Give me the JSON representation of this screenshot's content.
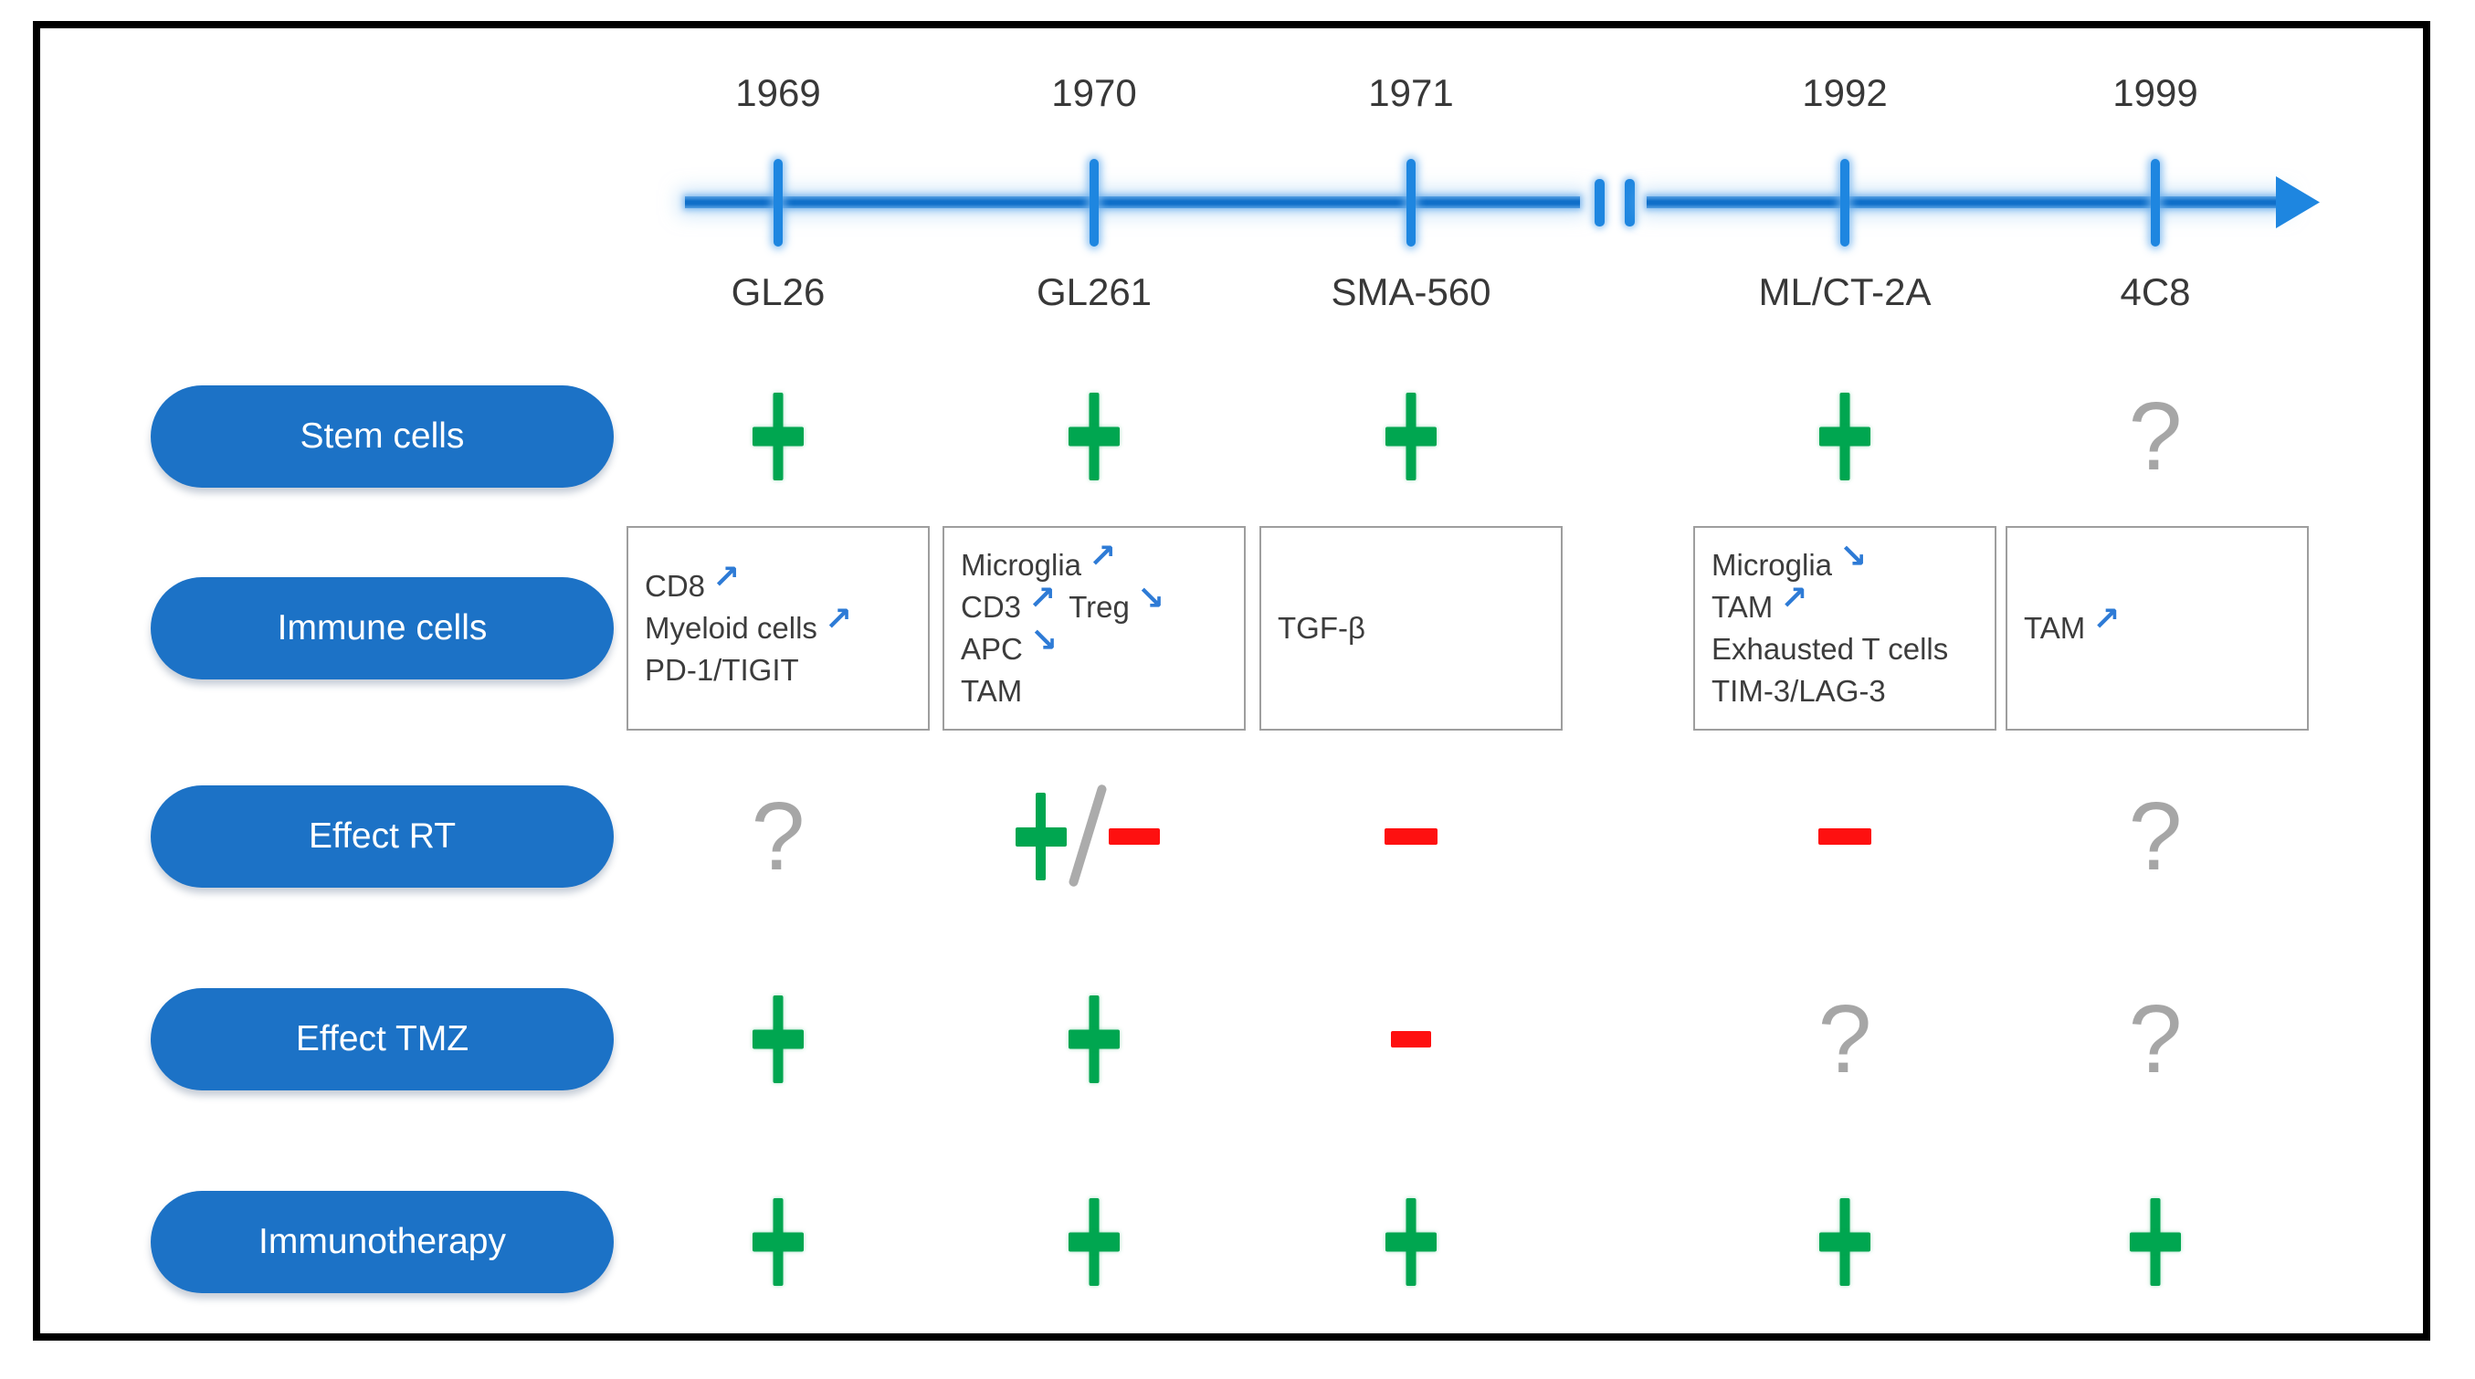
{
  "palette": {
    "pill_blue": "#1c72c6",
    "timeline_blue": "#0f6fc9",
    "tick_blue": "#1e86e0",
    "plus_green": "#00a650",
    "minus_red": "#fe1010",
    "neutral_gray": "#a6a6a6",
    "arrow_blue": "#2e7bd6",
    "box_border_gray": "#9e9e9e"
  },
  "timeline": {
    "entries": [
      {
        "year": "1969",
        "model": "GL26"
      },
      {
        "year": "1970",
        "model": "GL261"
      },
      {
        "year": "1971",
        "model": "SMA-560"
      },
      {
        "year": "1992",
        "model": "ML/CT-2A"
      },
      {
        "year": "1999",
        "model": "4C8"
      }
    ],
    "break_between": [
      "1971",
      "1992"
    ]
  },
  "rows": [
    {
      "label": "Stem cells",
      "cells": [
        "plus",
        "plus",
        "plus",
        "plus",
        "question"
      ]
    },
    {
      "label": "Immune cells",
      "cells": [
        "box",
        "box",
        "box",
        "box",
        "box"
      ]
    },
    {
      "label": "Effect RT",
      "cells": [
        "question",
        "plus_slash_minus",
        "minus",
        "minus",
        "question"
      ]
    },
    {
      "label": "Effect TMZ",
      "cells": [
        "plus",
        "plus",
        "minus",
        "question",
        "question"
      ]
    },
    {
      "label": "Immunotherapy",
      "cells": [
        "plus",
        "plus",
        "plus",
        "plus",
        "plus"
      ]
    }
  ],
  "immune_boxes": [
    {
      "model": "GL26",
      "lines": [
        [
          {
            "text": "CD8",
            "arrow": "up"
          }
        ],
        [
          {
            "text": "Myeloid cells",
            "arrow": "up"
          }
        ],
        [
          {
            "text": "PD-1/TIGIT"
          }
        ]
      ]
    },
    {
      "model": "GL261",
      "lines": [
        [
          {
            "text": "Microglia",
            "arrow": "up"
          }
        ],
        [
          {
            "text": "CD3",
            "arrow": "up"
          },
          {
            "text": "Treg",
            "arrow": "down"
          }
        ],
        [
          {
            "text": "APC",
            "arrow": "down"
          }
        ],
        [
          {
            "text": "TAM"
          }
        ]
      ]
    },
    {
      "model": "SMA-560",
      "lines": [
        [
          {
            "text": "TGF-β"
          }
        ]
      ]
    },
    {
      "model": "ML/CT-2A",
      "lines": [
        [
          {
            "text": "Microglia",
            "arrow": "down"
          }
        ],
        [
          {
            "text": "TAM",
            "arrow": "up"
          }
        ],
        [
          {
            "text": "Exhausted T cells"
          }
        ],
        [
          {
            "text": "TIM-3/LAG-3"
          }
        ]
      ]
    },
    {
      "model": "4C8",
      "lines": [
        [
          {
            "text": "TAM",
            "arrow": "up"
          }
        ]
      ]
    }
  ]
}
